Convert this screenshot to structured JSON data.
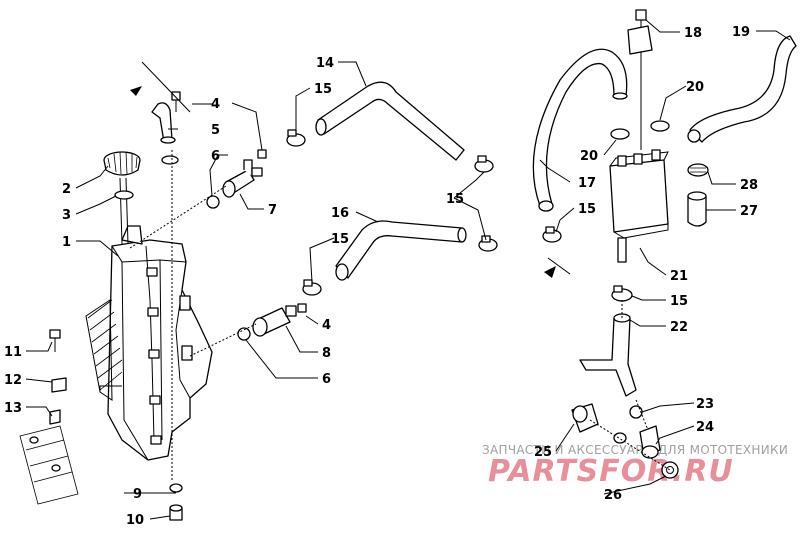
{
  "callouts": {
    "n1": "1",
    "n2": "2",
    "n3": "3",
    "n4a": "4",
    "n4b": "4",
    "n5": "5",
    "n6a": "6",
    "n6b": "6",
    "n7": "7",
    "n8": "8",
    "n9": "9",
    "n10": "10",
    "n11": "11",
    "n12": "12",
    "n13": "13",
    "n14": "14",
    "n15a": "15",
    "n15b": "15",
    "n15c": "15",
    "n15d": "15",
    "n15e": "15",
    "n16": "16",
    "n17": "17",
    "n18": "18",
    "n19": "19",
    "n20a": "20",
    "n20b": "20",
    "n21": "21",
    "n22": "22",
    "n23": "23",
    "n24": "24",
    "n25": "25",
    "n26": "26",
    "n27": "27",
    "n28": "28"
  },
  "watermark": {
    "tagline": "ЗАПЧАСТИ И АКСЕССУАРЫ ДЛЯ МОТОТЕХНИКИ",
    "brand": "PARTSFOR.RU"
  }
}
